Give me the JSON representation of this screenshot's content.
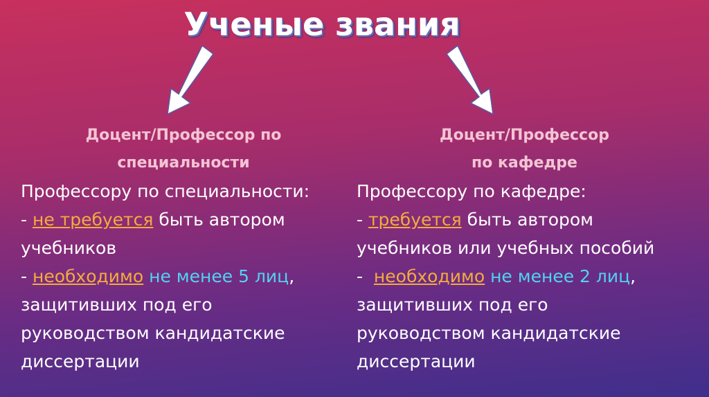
{
  "title": "Ученые звания",
  "colors": {
    "heading": "#f3c4d4",
    "highlight_orange": "#f6aa3e",
    "highlight_cyan": "#52d2f2"
  },
  "left": {
    "heading1": "Доцент/Профессор по",
    "heading2": "специальности",
    "intro": "Профессору по специальности:",
    "dash1": "- ",
    "req1": "не требуется",
    "rest1": " быть автором",
    "line2": "учебников",
    "dash2": "- ",
    "req2": "необходимо",
    "count": " не менее 5 лиц",
    ",": ",",
    "line4": "защитивших под его",
    "line5": "руководством кандидатские",
    "line6": "диссертации"
  },
  "right": {
    "heading1": "Доцент/Профессор",
    "heading2": "по кафедре",
    "intro": "Профессору по кафедре:",
    "dash1": "- ",
    "req1": "требуется",
    "rest1": " быть автором",
    "line2": "учебников или учебных пособий",
    "dash2": "-  ",
    "req2": "необходимо",
    "count": " не менее 2 лиц",
    ",": ",",
    "line4": "защитивших под его",
    "line5": "руководством кандидатские",
    "line6": "диссертации"
  }
}
